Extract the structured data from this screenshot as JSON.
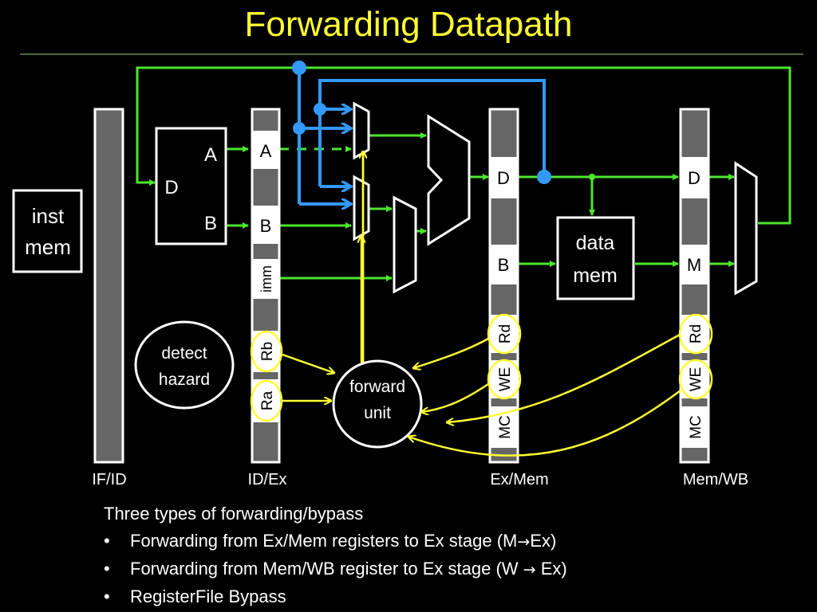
{
  "title": "Forwarding Datapath",
  "blocks": {
    "inst_mem": [
      "inst",
      "mem"
    ],
    "regfile_D": "D",
    "regfile_A": "A",
    "regfile_B": "B",
    "data_mem": [
      "data",
      "mem"
    ],
    "detect_hazard": [
      "detect",
      "hazard"
    ],
    "forward_unit": [
      "forward",
      "unit"
    ]
  },
  "pipeline_registers": {
    "id_ex": {
      "fields": [
        "A",
        "B",
        "imm",
        "Rb",
        "Ra"
      ]
    },
    "ex_mem": {
      "fields": [
        "D",
        "B",
        "Rd",
        "WE",
        "MC"
      ]
    },
    "mem_wb": {
      "fields": [
        "D",
        "M",
        "Rd",
        "WE",
        "MC"
      ]
    }
  },
  "stage_labels": [
    "IF/ID",
    "ID/Ex",
    "Ex/Mem",
    "Mem/WB"
  ],
  "notes": {
    "heading": "Three types of forwarding/bypass",
    "bullets": [
      {
        "before": "Forwarding from Ex/Mem registers to Ex stage (M",
        "arrow": "→",
        "after": "Ex)"
      },
      {
        "before": "Forwarding from Mem/WB register to Ex stage (W ",
        "arrow": "→",
        "after": " Ex)"
      },
      {
        "before": "RegisterFile Bypass",
        "arrow": "",
        "after": ""
      }
    ]
  },
  "colors": {
    "title": "#ffff33",
    "wire": "#4de62e",
    "forward_path": "#3399ff",
    "control": "#ffff33",
    "register_fill": "#666666",
    "outline": "#ffffff"
  }
}
